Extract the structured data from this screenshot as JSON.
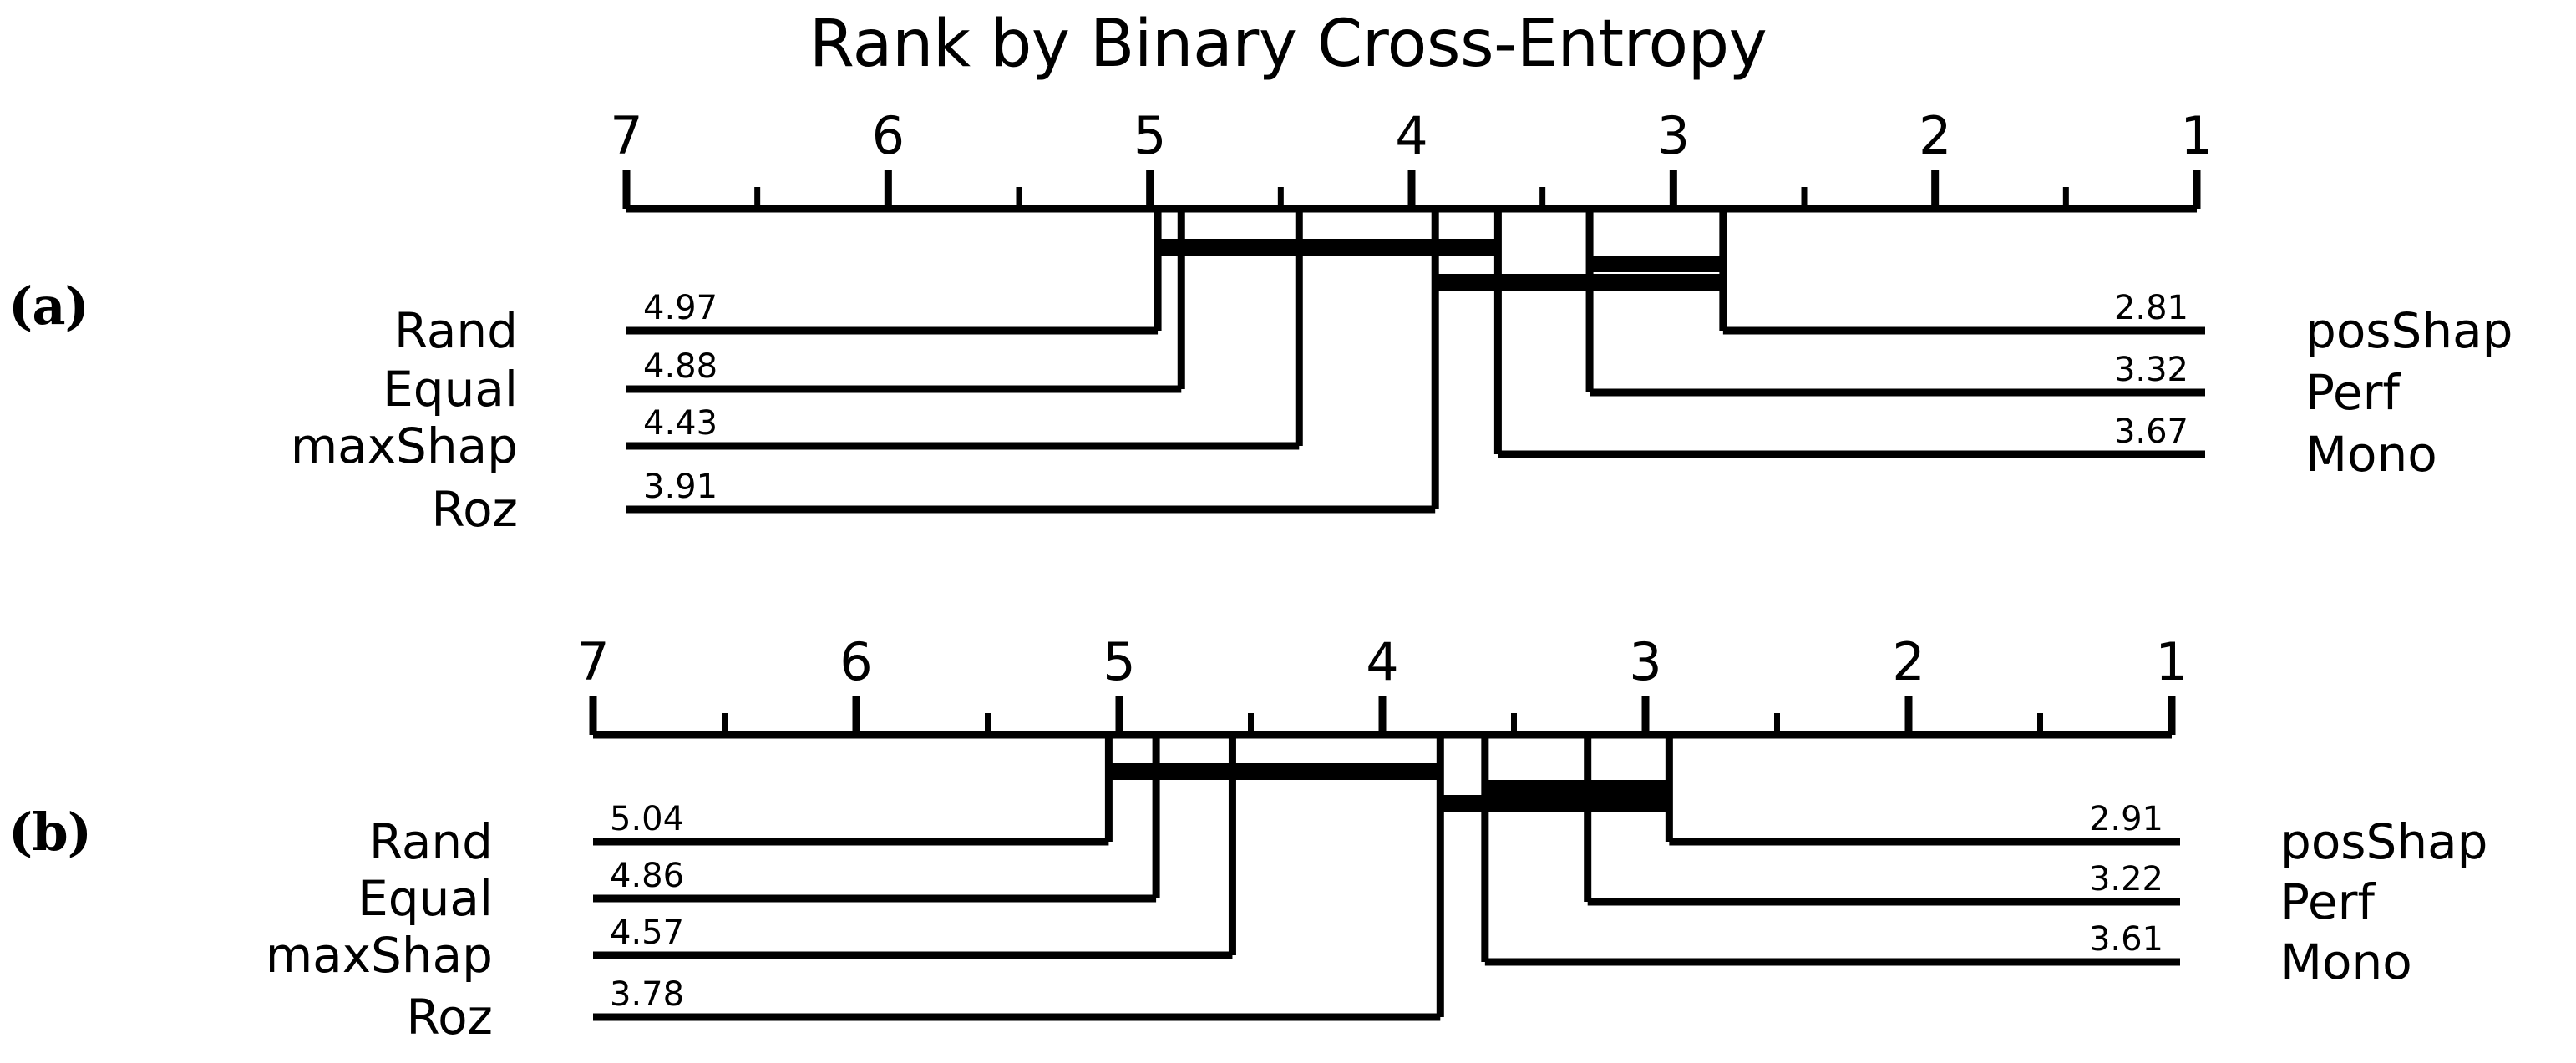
{
  "figure": {
    "title": "Rank by Binary Cross-Entropy",
    "panels": [
      {
        "key": "a",
        "label": "(a)"
      },
      {
        "key": "b",
        "label": "(b)"
      }
    ]
  },
  "chart_data": {
    "type": "line",
    "chart_kind": "critical-difference-diagram",
    "title": "Rank by Binary Cross-Entropy",
    "xlabel": "",
    "ylabel": "",
    "axis": {
      "ticks_major": [
        "7",
        "6",
        "5",
        "4",
        "3",
        "2",
        "1"
      ],
      "tick_values": [
        7,
        6,
        5,
        4,
        3,
        2,
        1
      ],
      "minor_tick_step": 0.5,
      "xlim": [
        7,
        1
      ],
      "direction": "descending-left-to-right",
      "grid": false,
      "legend": "none"
    },
    "panels": [
      {
        "key": "a",
        "label": "(a)",
        "categories": [
          "Rand",
          "Equal",
          "maxShap",
          "Roz",
          "Mono",
          "Perf",
          "posShap"
        ],
        "values": [
          4.97,
          4.88,
          4.43,
          3.91,
          3.67,
          3.32,
          2.81
        ],
        "left_side": [
          {
            "name": "Rand",
            "rank": 4.97,
            "rank_text": "4.97"
          },
          {
            "name": "Equal",
            "rank": 4.88,
            "rank_text": "4.88"
          },
          {
            "name": "maxShap",
            "rank": 4.43,
            "rank_text": "4.43"
          },
          {
            "name": "Roz",
            "rank": 3.91,
            "rank_text": "3.91"
          }
        ],
        "right_side": [
          {
            "name": "posShap",
            "rank": 2.81,
            "rank_text": "2.81"
          },
          {
            "name": "Perf",
            "rank": 3.32,
            "rank_text": "3.32"
          },
          {
            "name": "Mono",
            "rank": 3.67,
            "rank_text": "3.67"
          }
        ],
        "cliques": [
          {
            "from": 4.97,
            "to": 3.67
          },
          {
            "from": 3.91,
            "to": 2.81
          },
          {
            "from": 3.32,
            "to": 2.81
          }
        ]
      },
      {
        "key": "b",
        "label": "(b)",
        "categories": [
          "Rand",
          "Equal",
          "maxShap",
          "Roz",
          "Mono",
          "Perf",
          "posShap"
        ],
        "values": [
          5.04,
          4.86,
          4.57,
          3.78,
          3.61,
          3.22,
          2.91
        ],
        "left_side": [
          {
            "name": "Rand",
            "rank": 5.04,
            "rank_text": "5.04"
          },
          {
            "name": "Equal",
            "rank": 4.86,
            "rank_text": "4.86"
          },
          {
            "name": "maxShap",
            "rank": 4.57,
            "rank_text": "4.57"
          },
          {
            "name": "Roz",
            "rank": 3.78,
            "rank_text": "3.78"
          }
        ],
        "right_side": [
          {
            "name": "posShap",
            "rank": 2.91,
            "rank_text": "2.91"
          },
          {
            "name": "Perf",
            "rank": 3.22,
            "rank_text": "3.22"
          },
          {
            "name": "Mono",
            "rank": 3.61,
            "rank_text": "3.61"
          }
        ],
        "cliques": [
          {
            "from": 5.04,
            "to": 3.78
          },
          {
            "from": 3.78,
            "to": 2.91
          },
          {
            "from": 3.61,
            "to": 2.91
          }
        ]
      }
    ],
    "colors": {
      "line": "#000000",
      "background": "#ffffff",
      "text": "#000000"
    }
  }
}
